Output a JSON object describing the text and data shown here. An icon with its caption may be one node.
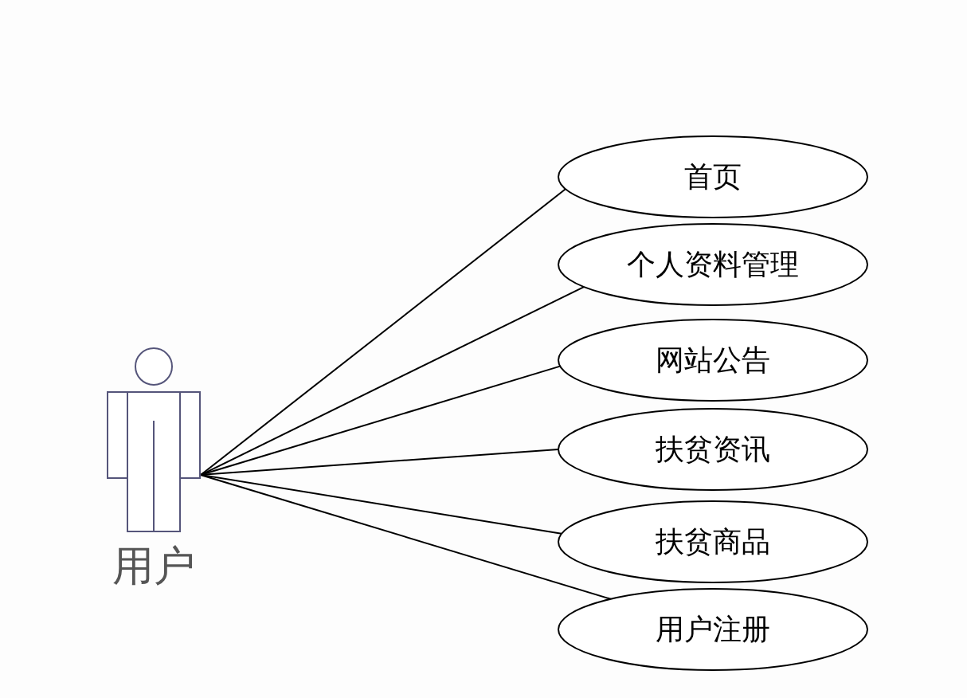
{
  "diagram": {
    "nodes": [
      {
        "text": [
          "用户"
        ]
      },
      {
        "text": [
          "首页"
        ]
      },
      {
        "text": [
          "个人资料管理"
        ]
      },
      {
        "text": [
          "网站公告"
        ]
      },
      {
        "text": [
          "扶贫资讯"
        ]
      },
      {
        "text": [
          "扶贫商品"
        ]
      },
      {
        "text": [
          "用户注册"
        ]
      }
    ],
    "edges": [
      {
        "from": 0,
        "to": 1,
        "arrow": "none"
      },
      {
        "from": 0,
        "to": 2,
        "arrow": "none"
      },
      {
        "from": 0,
        "to": 3,
        "arrow": "none"
      },
      {
        "from": 0,
        "to": 4,
        "arrow": "none"
      },
      {
        "from": 0,
        "to": 5,
        "arrow": "none"
      },
      {
        "from": 0,
        "to": 6,
        "arrow": "none"
      }
    ]
  }
}
